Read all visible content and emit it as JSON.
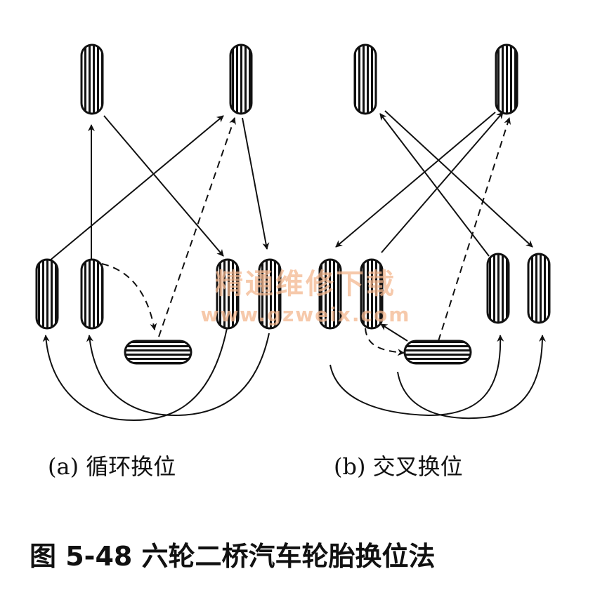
{
  "figure": {
    "caption": "图 5-48    六轮二桥汽车轮胎换位法"
  },
  "watermark": {
    "text": "精通维修下载",
    "url": "www.gzweix.com"
  },
  "panels": [
    {
      "id": "a",
      "caption": "(a)  循环换位",
      "tires": [
        {
          "role": "front-left"
        },
        {
          "role": "front-right"
        },
        {
          "role": "rear-left-outer"
        },
        {
          "role": "rear-left-inner"
        },
        {
          "role": "rear-right-inner"
        },
        {
          "role": "rear-right-outer"
        },
        {
          "role": "spare"
        }
      ]
    },
    {
      "id": "b",
      "caption": "(b)  交叉换位",
      "tires": [
        {
          "role": "front-left"
        },
        {
          "role": "front-right"
        },
        {
          "role": "rear-left-outer"
        },
        {
          "role": "rear-left-inner"
        },
        {
          "role": "rear-right-inner"
        },
        {
          "role": "rear-right-outer"
        },
        {
          "role": "spare"
        }
      ]
    }
  ],
  "colors": {
    "ink": "#111111",
    "watermark": "#f4b78f"
  }
}
